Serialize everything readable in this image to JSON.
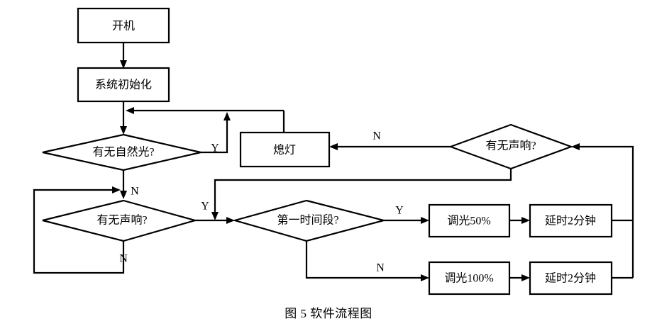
{
  "figure": {
    "caption": "图 5    软件流程图",
    "background": "#ffffff",
    "line_color": "#000000"
  },
  "nodes": {
    "start": {
      "label": "开机",
      "type": "process"
    },
    "init": {
      "label": "系统初始化",
      "type": "process"
    },
    "natural_light": {
      "label": "有无自然光?",
      "type": "decision"
    },
    "sound_left": {
      "label": "有无声响?",
      "type": "decision"
    },
    "sound_right": {
      "label": "有无声响?",
      "type": "decision"
    },
    "lights_off": {
      "label": "熄灯",
      "type": "process"
    },
    "first_period": {
      "label": "第一时间段?",
      "type": "decision"
    },
    "dim_50": {
      "label": "调光50%",
      "type": "process"
    },
    "delay_2min_top": {
      "label": "延时2分钟",
      "type": "process"
    },
    "dim_100": {
      "label": "调光100%",
      "type": "process"
    },
    "delay_2min_bottom": {
      "label": "延时2分钟",
      "type": "process"
    }
  },
  "edge_labels": {
    "natural_light_yes": "Y",
    "natural_light_no": "N",
    "sound_left_yes": "Y",
    "sound_left_no": "N",
    "sound_right_no": "N",
    "first_period_yes": "Y",
    "first_period_no": "N"
  }
}
